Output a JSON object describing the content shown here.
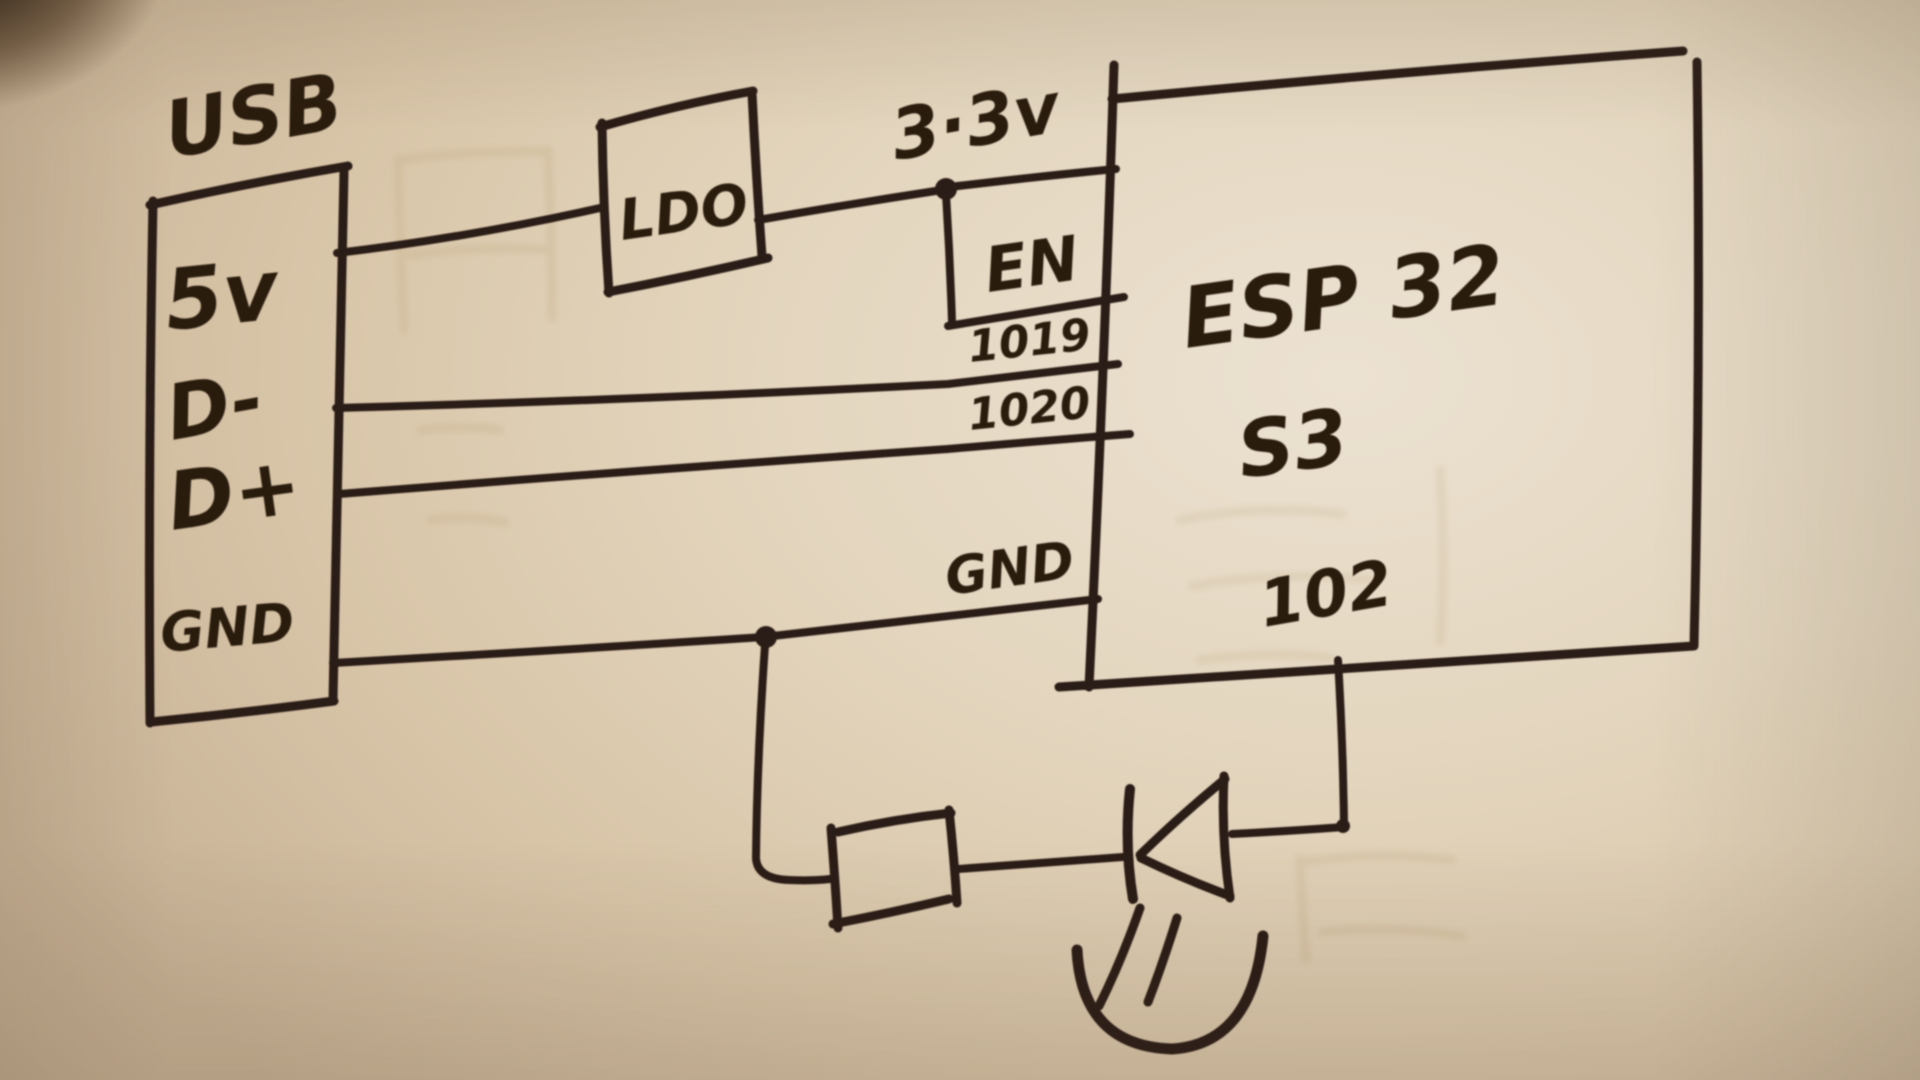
{
  "palette": {
    "ink": "#2a1d12",
    "paper": "#ddccb2"
  },
  "usb": {
    "label": "USB",
    "pins": [
      "5v",
      "D-",
      "D+",
      "GND"
    ]
  },
  "ldo": {
    "label": "LDO"
  },
  "rail": {
    "label": "3·3v"
  },
  "esp32": {
    "title": "ESP 32",
    "subtitle": "S3",
    "pin_en": "EN",
    "pin_io19": "1019",
    "pin_io20": "1020",
    "pin_gnd": "GND",
    "pin_io2": "102"
  }
}
